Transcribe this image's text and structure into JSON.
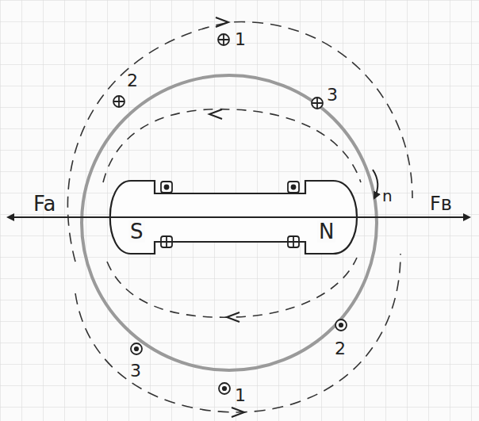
{
  "diagram": {
    "labels": [
      "1",
      "2",
      "3",
      "Fa",
      "S",
      "N",
      "n",
      "Fв",
      "3",
      "2",
      "1"
    ]
  }
}
